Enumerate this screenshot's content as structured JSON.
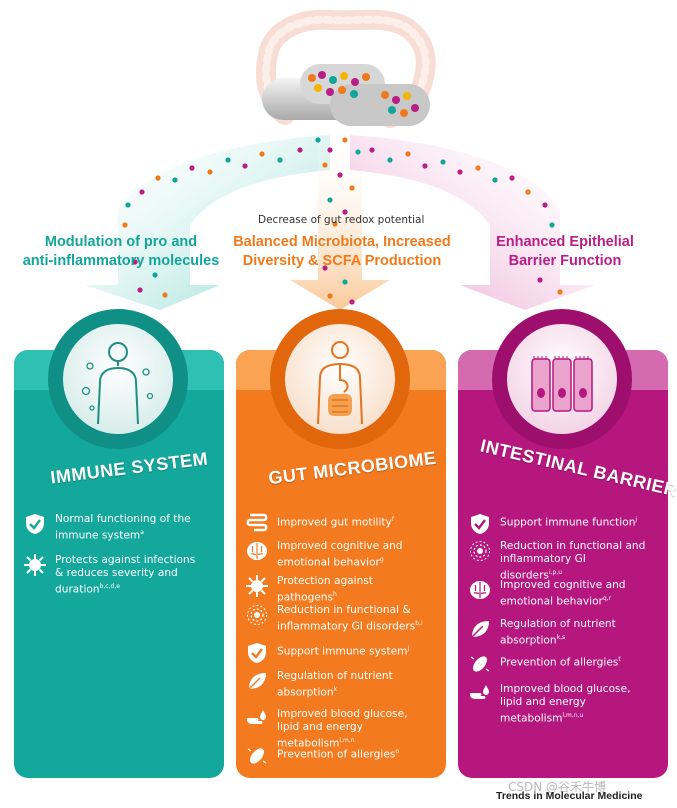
{
  "top": {
    "redox_label": "Decrease of gut redox potential",
    "arrows": [
      {
        "title_line1": "Modulation of pro and",
        "title_line2": "anti-inflammatory molecules",
        "color": "#13a59a"
      },
      {
        "title_line1": "Balanced Microbiota, Increased",
        "title_line2": "Diversity & SCFA Production",
        "color": "#f07a1a"
      },
      {
        "title_line1": "Enhanced Epithelial",
        "title_line2": "Barrier Function",
        "color": "#b81e86"
      }
    ]
  },
  "panels": {
    "immune": {
      "title": "IMMUNE SYSTEM",
      "color": "#14a89d",
      "items": [
        {
          "icon": "shield-check-icon",
          "text": "Normal functioning of the immune system",
          "sup": "a"
        },
        {
          "icon": "virus-burst-icon",
          "text": "Protects against infections & reduces severity and duration",
          "sup": "b,c,d,e"
        }
      ]
    },
    "gut": {
      "title": "GUT MICROBIOME",
      "color": "#f37a1f",
      "items": [
        {
          "icon": "intestine-icon",
          "text": "Improved gut motility",
          "sup": "f"
        },
        {
          "icon": "brain-icon",
          "text": "Improved cognitive and emotional behavior",
          "sup": "g"
        },
        {
          "icon": "virus-burst-icon",
          "text": "Protection against pathogens",
          "sup": "h"
        },
        {
          "icon": "pain-radiating-icon",
          "text": "Reduction in functional & inflammatory GI disorders",
          "sup": "b,i"
        },
        {
          "icon": "shield-check-icon",
          "text": "Support immune system",
          "sup": "j"
        },
        {
          "icon": "leaf-icon",
          "text": "Regulation of nutrient absorption",
          "sup": "k"
        },
        {
          "icon": "hand-drop-icon",
          "text": "Improved blood glucose, lipid and energy metabolism",
          "sup": "l,m,n"
        },
        {
          "icon": "bacteria-icon",
          "text": "Prevention of allergies",
          "sup": "o"
        }
      ]
    },
    "barrier": {
      "title": "INTESTINAL BARRIER",
      "color": "#b5177f",
      "items": [
        {
          "icon": "shield-check-icon",
          "text": "Support immune function",
          "sup": "j"
        },
        {
          "icon": "pain-radiating-icon",
          "text": "Reduction in functional and inflammatory GI disorders",
          "sup": "i,p,u"
        },
        {
          "icon": "brain-icon",
          "text": "Improved cognitive and emotional behavior",
          "sup": "q,r"
        },
        {
          "icon": "leaf-icon",
          "text": "Regulation of nutrient absorption",
          "sup": "k,s"
        },
        {
          "icon": "bacteria-icon",
          "text": "Prevention of allergies",
          "sup": "t"
        },
        {
          "icon": "hand-drop-icon",
          "text": "Improved blood glucose, lipid and energy metabolism",
          "sup": "l,m,n,u"
        }
      ]
    }
  },
  "footer": {
    "journal": "Trends in Molecular Medicine",
    "watermark": "CSDN @谷禾牛博"
  }
}
